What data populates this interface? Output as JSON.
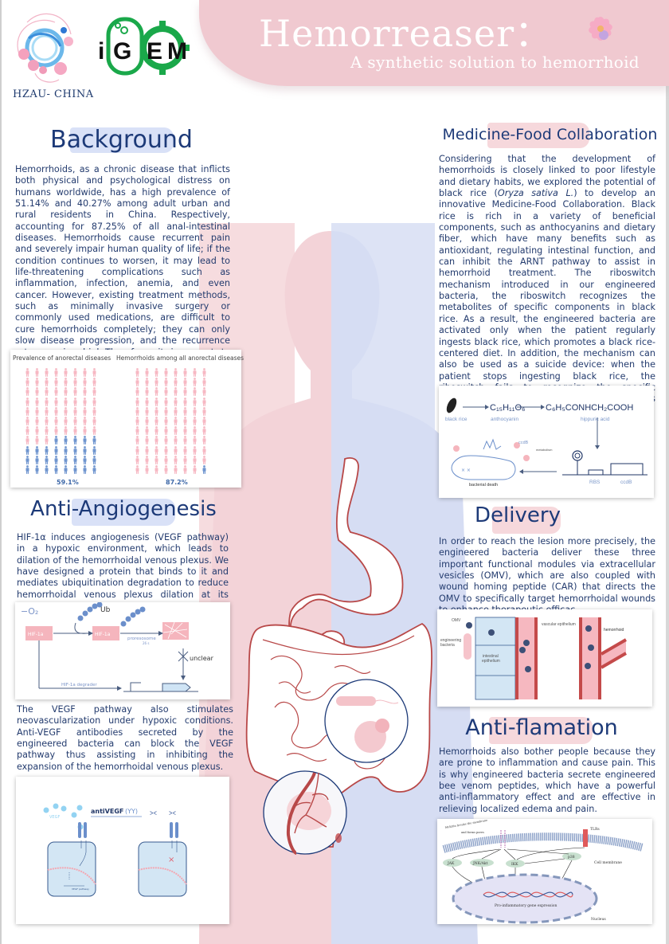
{
  "header": {
    "title": "Hemorreaser：",
    "subtitle": "A synthetic solution to hemorrhoid",
    "team_logo_text": "HZAU- CHINA",
    "igem_logo_text": "iGEM"
  },
  "colors": {
    "navy": "#1d3a78",
    "pink_band": "#f0c9d0",
    "pink_bg": "#f6dcdf",
    "blue_bg": "#dde3f5",
    "waffle_pink": "#f7b8c3",
    "waffle_blue": "#6f95cf",
    "igem_green": "#1aa84a"
  },
  "background": {
    "title": "Background",
    "body": "Hemorrhoids, as a chronic disease that inflicts both physical and psychological distress on humans worldwide, has a high prevalence of 51.14% and 40.27% among adult urban and rural residents in China. Respectively, accounting for 87.25% of all anal-intestinal diseases. Hemorrhoids cause recurrent pain and severely impair human quality of life; if the condition continues to worsen, it may lead to life-threatening complications such as inflammation, infection, anemia, and even cancer. However, existing treatment methods, such as minimally invasive surgery or commonly used medications, are difficult to cure hemorrhoids completely; they can only slow disease progression, and the recurrence rate remains high.Therefore, it is urgent to develop a safer, more targeted and preventive therapy."
  },
  "chart_data": [
    {
      "type": "waffle",
      "title": "Prevalence of anorectal diseases",
      "grid": {
        "columns": 8,
        "rows": 11
      },
      "highlight_color": "#6f95cf",
      "base_color": "#f7b8c3",
      "highlighted_count": 29,
      "total": 88,
      "value_label": "59.1%",
      "value": 59.1
    },
    {
      "type": "waffle",
      "title": "Hemorrhoids among all anorectal diseases",
      "grid": {
        "columns": 8,
        "rows": 11
      },
      "highlight_color": "#6f95cf",
      "base_color": "#f7b8c3",
      "highlighted_count": 1,
      "total": 88,
      "value_label": "87.2%",
      "value": 87.2
    }
  ],
  "angiogenesis": {
    "title": "Anti-Angiogenesis",
    "body1": "HIF-1α induces angiogenesis (VEGF pathway) in a hypoxic environment, which leads to dilation of the hemorrhoidal venous plexus. We have designed a protein that binds to it and mediates ubiquitination degradation to reduce hemorrhoidal venous plexus dilation at its source.",
    "diagram1": {
      "o2": "−O₂",
      "ub": "Ub",
      "hif1": "HIF-1a",
      "hif2": "HIF-1a",
      "proteasome": "proresosome",
      "proteasome_sub": "26 s",
      "unclear": "unclear",
      "degrader": "HIF-1a degrader"
    },
    "body2": "The VEGF pathway also stimulates neovascularization under hypoxic conditions. Anti-VEGF antibodies secreted by the engineered bacteria can block the VEGF pathway thus assisting in inhibiting the expansion of the hemorrhoidal venous plexus.",
    "diagram2": {
      "vegf": "VEGF",
      "anti": "antiVEGF",
      "pathway": "VEGF pathway"
    }
  },
  "medicine_food": {
    "title": "Medicine-Food  Collaboration",
    "body_pre": "Considering that the development of hemorrhoids is closely linked to poor lifestyle and dietary habits, we explored the potential of black rice (",
    "body_italic": "Oryza sativa L.",
    "body_post": ") to develop an innovative Medicine-Food Collaboration. Black rice is rich in a variety of beneficial components, such as anthocyanins and dietary fiber, which have many benefits such as antioxidant, regulating intestinal function, and can inhibit the ARNT pathway to assist in hemorrhoid treatment. The riboswitch mechanism introduced in our engineered bacteria, the riboswitch recognizes the metabolites of specific components in black rice. As a result, the engineered bacteria are activated only when the patient regularly ingests black rice, which promotes a black rice-centered diet. In addition, the mechanism can also be used as a suicide device: when the patient stops ingesting black rice, the riboswitch fails to recognize the specific components, and the activity of our bacteria is inhibited.o",
    "diagram": {
      "black_rice": "black rice",
      "anthocyanin_formula": "C₁₅H₁₁O₆",
      "anthocyanin": "anthocyanin",
      "hippuric_formula": "C₆H₅CONHCH₂COOH",
      "hippuric": "hippuric acid",
      "ccdb": "ccdB",
      "metabolism": "metabolism",
      "death": "bacterial death",
      "rbs": "RBS",
      "ccdb2": "ccdB"
    }
  },
  "delivery": {
    "title": "Delivery",
    "body": "In order to reach the lesion more precisely, the engineered bacteria deliver these three important functional modules via extracellular vesicles (OMV), which are also coupled with wound homing peptide (CAR) that directs the OMV to specifically target hemorrhoidal wounds to enhance therapeutic efficac",
    "diagram": {
      "omv": "OMV",
      "bacteria": "engineering bacteria",
      "intestinal": "intestinal epithelium",
      "vascular": "vascular epithelium",
      "hemorrhoid": "hemorrhoid"
    }
  },
  "antiflamation": {
    "title": "Anti-flamation",
    "body": "Hemorrhoids also bother people because they are prone to inflammation and cause pain. This is why engineered bacteria secrete engineered bee venom peptides, which have a powerful anti-inflammatory effect and are effective in relieving localized edema and pain.",
    "diagram": {
      "melittin": "Melittin breaks the membrane",
      "melittin2": "and forms pores",
      "tlrs": "TLRs",
      "jak": "JAK",
      "jnk": "JNK/Akt",
      "ikk": "IKK",
      "p38": "p38",
      "membrane": "Cell membrane",
      "gene": "Pro-inflammatory gene expression",
      "nucleus": "Nucleus"
    }
  }
}
